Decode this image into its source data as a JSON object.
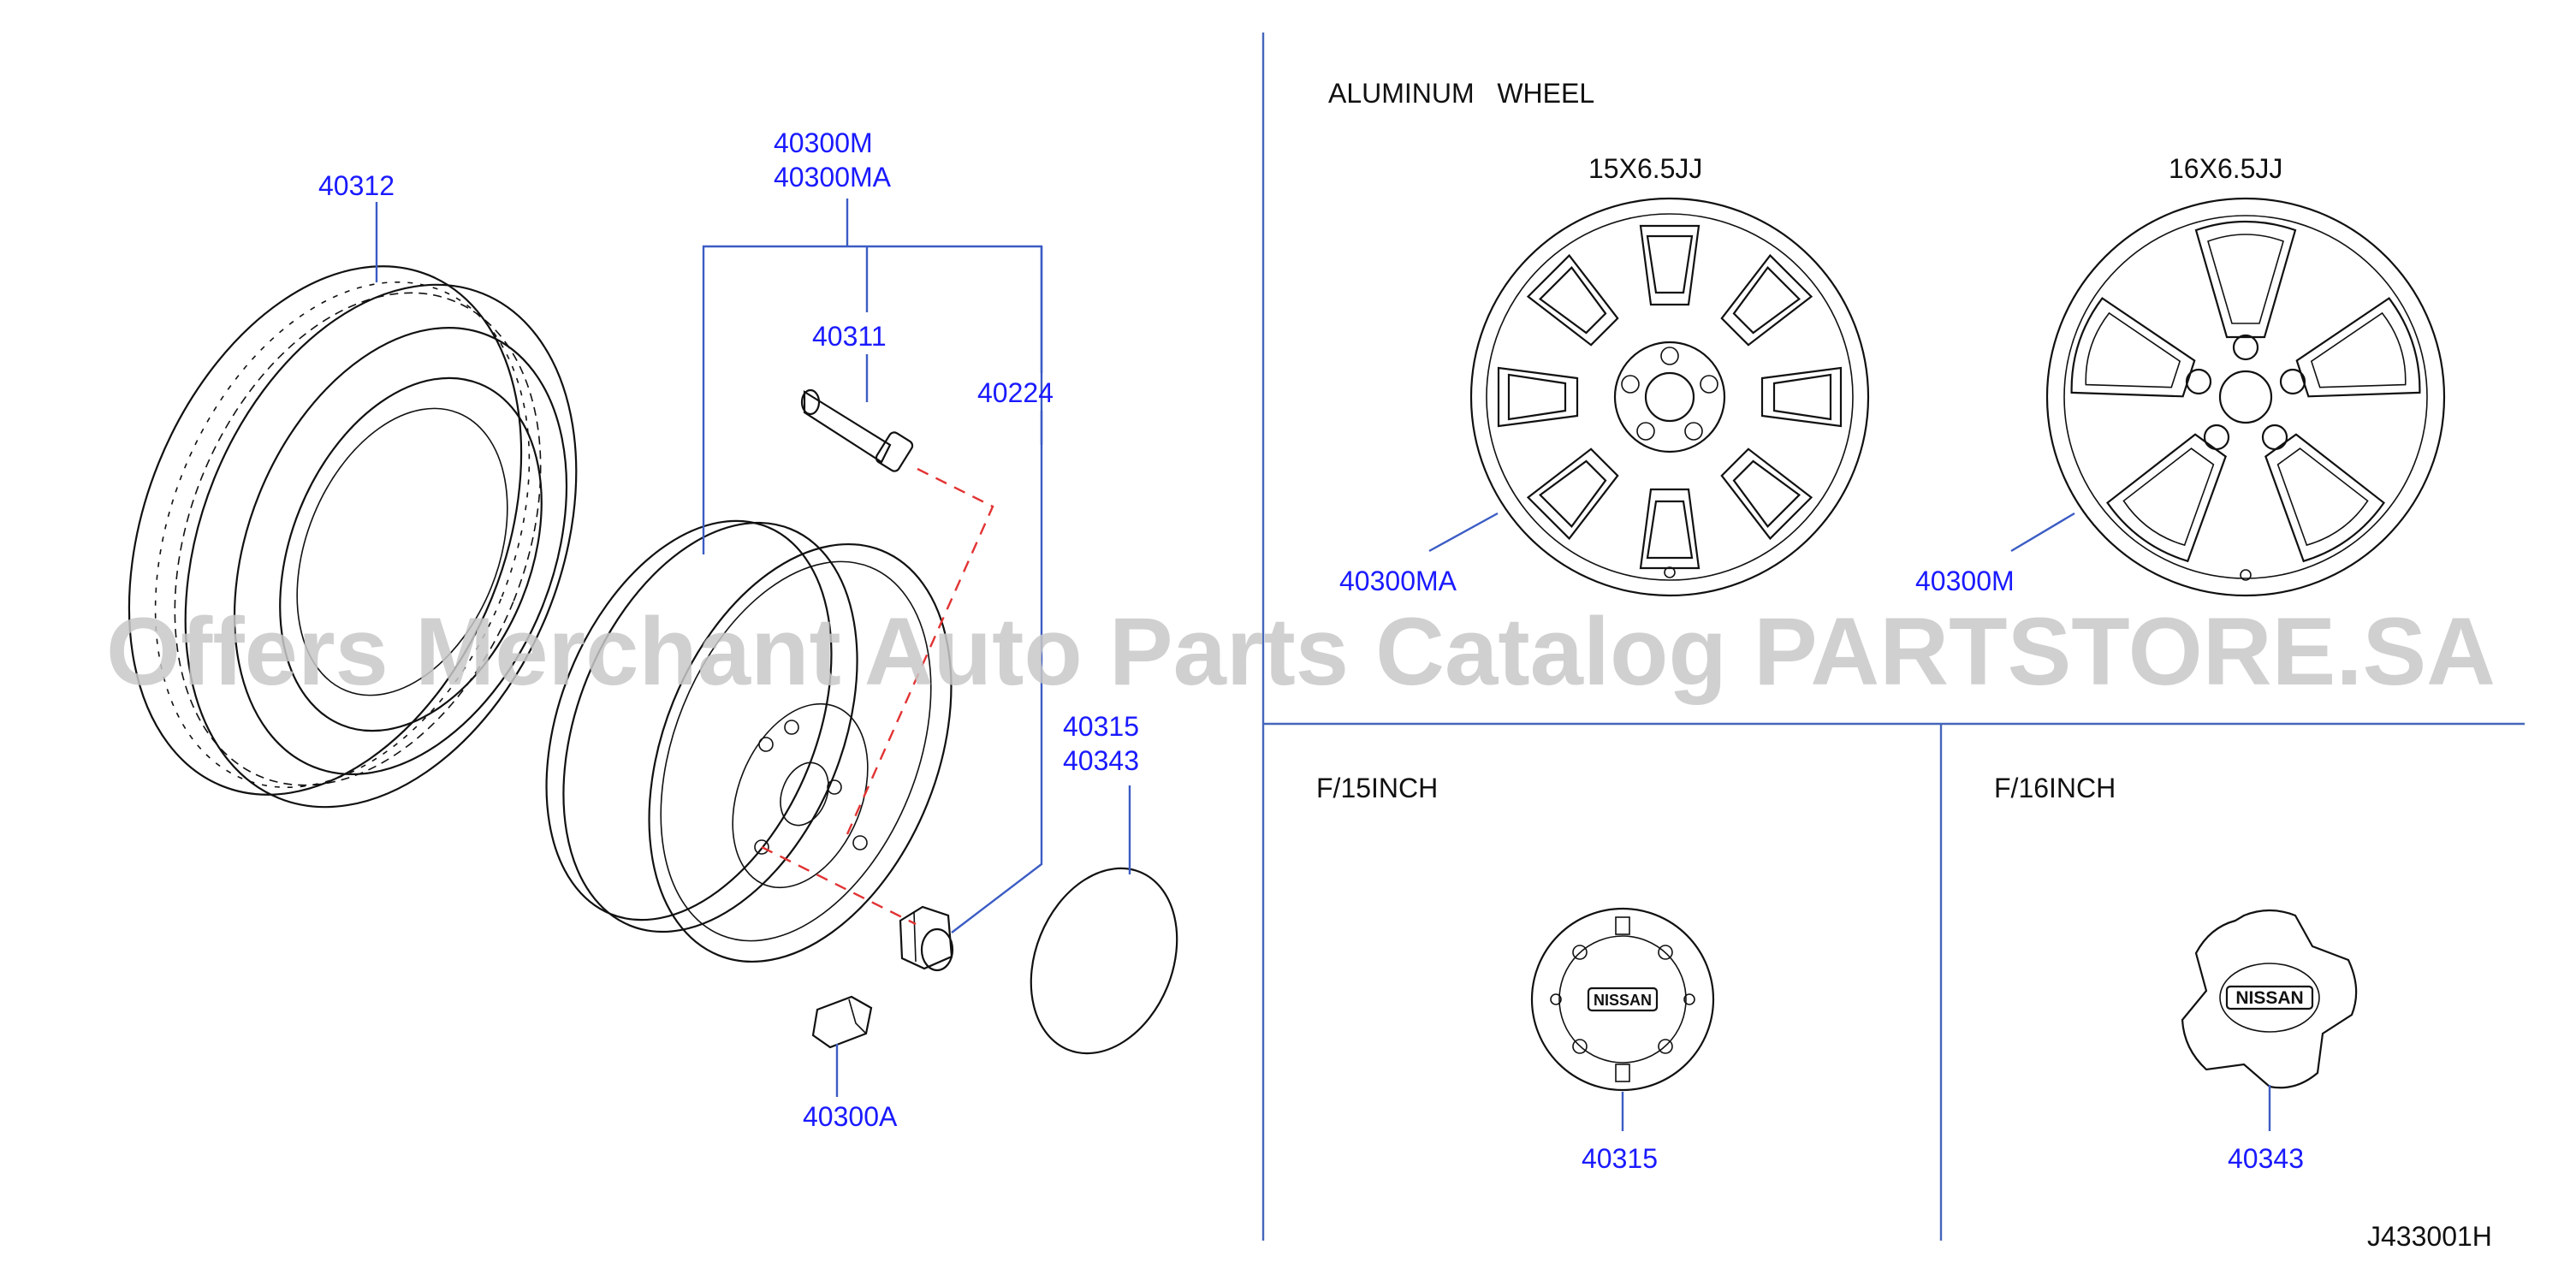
{
  "labels": {
    "tire": "40312",
    "wheel_assy_1": "40300M",
    "wheel_assy_2": "40300MA",
    "valve": "40311",
    "nut": "40224",
    "cap_1": "40315",
    "cap_2": "40343",
    "balance_weight": "40300A"
  },
  "right_panel": {
    "title": "ALUMINUM   WHEEL",
    "wheel_15_size": "15X6.5JJ",
    "wheel_16_size": "16X6.5JJ",
    "wheel_15_part": "40300MA",
    "wheel_16_part": "40300M",
    "cap15_title": "F/15INCH",
    "cap16_title": "F/16INCH",
    "cap15_part": "40315",
    "cap16_part": "40343",
    "emblem_text": "NISSAN"
  },
  "watermark": "Offers Merchant Auto Parts Catalog PARTSTORE.SA",
  "diagram_code": "J433001H",
  "colors": {
    "label": "#1a1aff",
    "leader": "#3b5cc4",
    "dashed": "#e23333",
    "ink": "#111111"
  }
}
